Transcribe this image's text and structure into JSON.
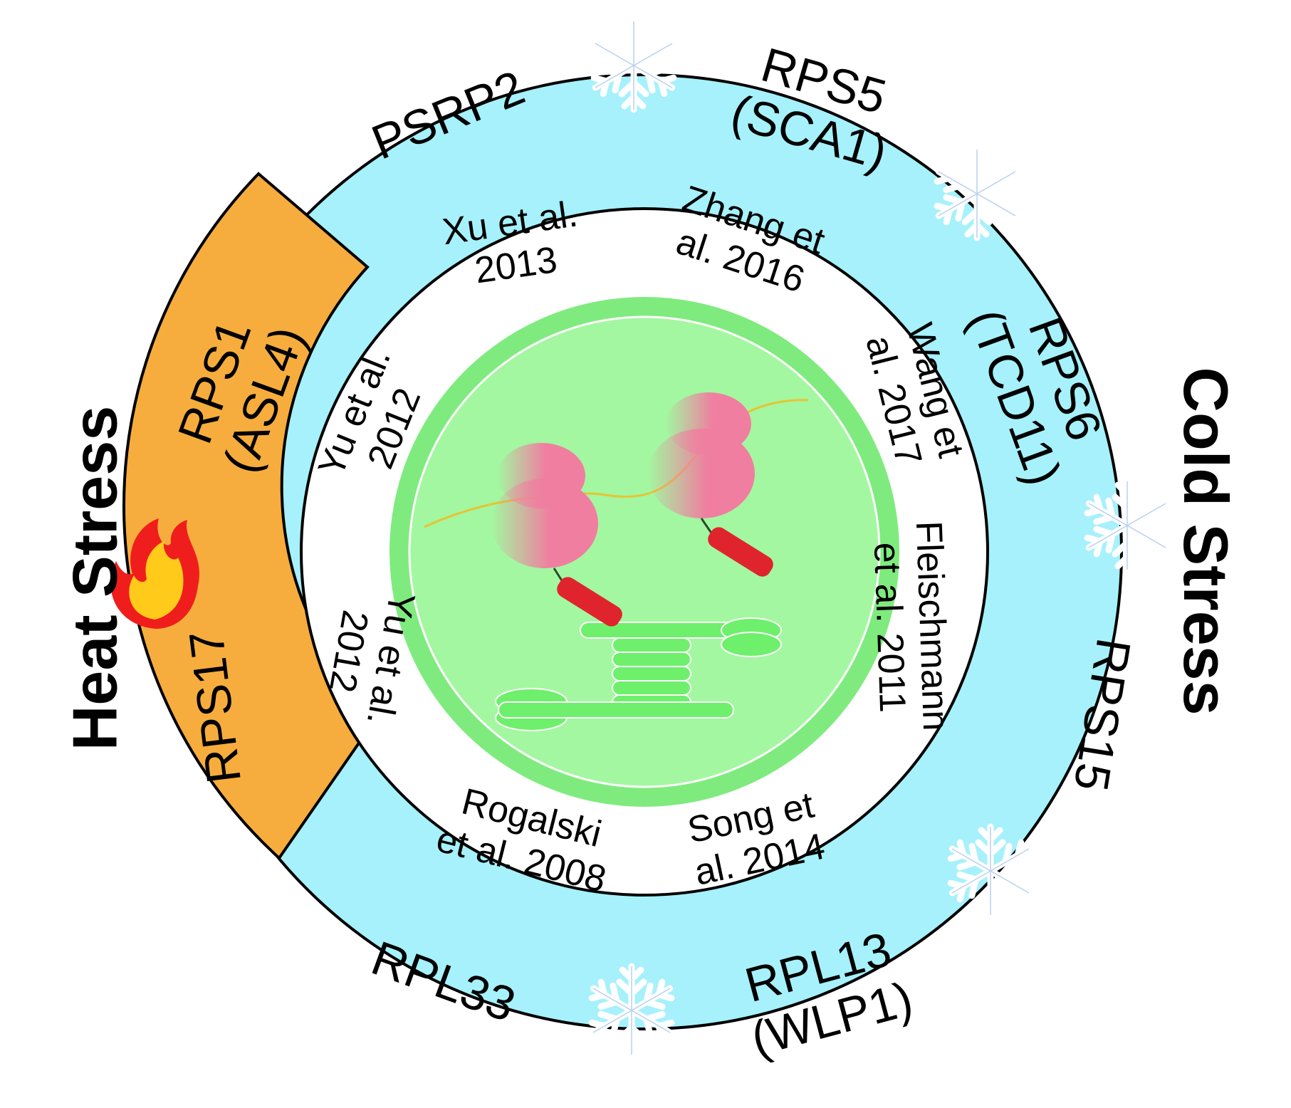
{
  "side_labels": {
    "heat": "Heat Stress",
    "cold": "Cold Stress"
  },
  "proteins": {
    "psrp2": "PSRP2",
    "rps5": [
      "RPS5",
      "(SCA1)"
    ],
    "rps6": [
      "RPS6",
      "(TCD11)"
    ],
    "rps15": "RPS15",
    "rpl13": [
      "RPL13",
      "(WLP1)"
    ],
    "rpl33": "RPL33",
    "rps17": "RPS17",
    "rps1": [
      "RPS1",
      "(ASL4)"
    ]
  },
  "citations": {
    "xu2013": [
      "Xu et al.",
      "2013"
    ],
    "zhang2016": [
      "Zhang et",
      "al. 2016"
    ],
    "wang2017": [
      "Wang et",
      "al. 2017"
    ],
    "fleischmann2011": [
      "Fleischmann",
      "et al. 2011"
    ],
    "song2014": [
      "Song et",
      "al. 2014"
    ],
    "rogalski2008": [
      "Rogalski",
      "et al. 2008"
    ],
    "yu2012_bottom": [
      "Yu et al.",
      "2012"
    ],
    "yu2012_top": [
      "Yu et al.",
      "2012"
    ]
  },
  "colors": {
    "cold_ring": "#a6f1fb",
    "heat_ring": "#f6ad3d",
    "chloroplast_outer": "#7feb7e",
    "chloroplast_inner": "#a3f7a0",
    "thylakoid": "#6ef06c",
    "ribosome": "#f07ea0",
    "peptide": "#e0242e",
    "mrna": "#e6c434"
  },
  "icons": [
    "snowflake-icon",
    "flame-icon"
  ]
}
